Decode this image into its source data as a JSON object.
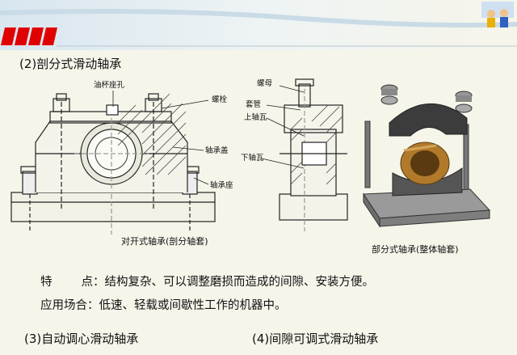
{
  "heading": "(2)剖分式滑动轴承",
  "front_view": {
    "labels": {
      "oil_cup_hole": "油杯座孔",
      "bolt": "螺栓",
      "bearing_cap": "轴承盖",
      "bearing_seat": "轴承座"
    },
    "caption": "对开式轴承(剖分轴套)"
  },
  "side_view": {
    "labels": {
      "nut": "螺母",
      "sleeve": "套管",
      "upper_bush": "上轴瓦",
      "lower_bush": "下轴瓦"
    }
  },
  "iso_view": {
    "caption": "部分式轴承(整体轴套)"
  },
  "features": {
    "label_left": "特",
    "label_right": "点：",
    "text": "结构复杂、可以调整磨损而造成的间隙、安装方便。"
  },
  "applications": {
    "label": "应用场合：",
    "text": "低速、轻载或间歇性工作的机器中。"
  },
  "footer": {
    "item3": "(3)自动调心滑动轴承",
    "item4": "(4)间隙可调式滑动轴承"
  },
  "colors": {
    "background": "#f6f5ea",
    "banner_red": "#e00000",
    "bearing_brown": "#b07a2a",
    "shell_dark": "#3c3c3c",
    "base_gray": "#8a8a8a"
  }
}
